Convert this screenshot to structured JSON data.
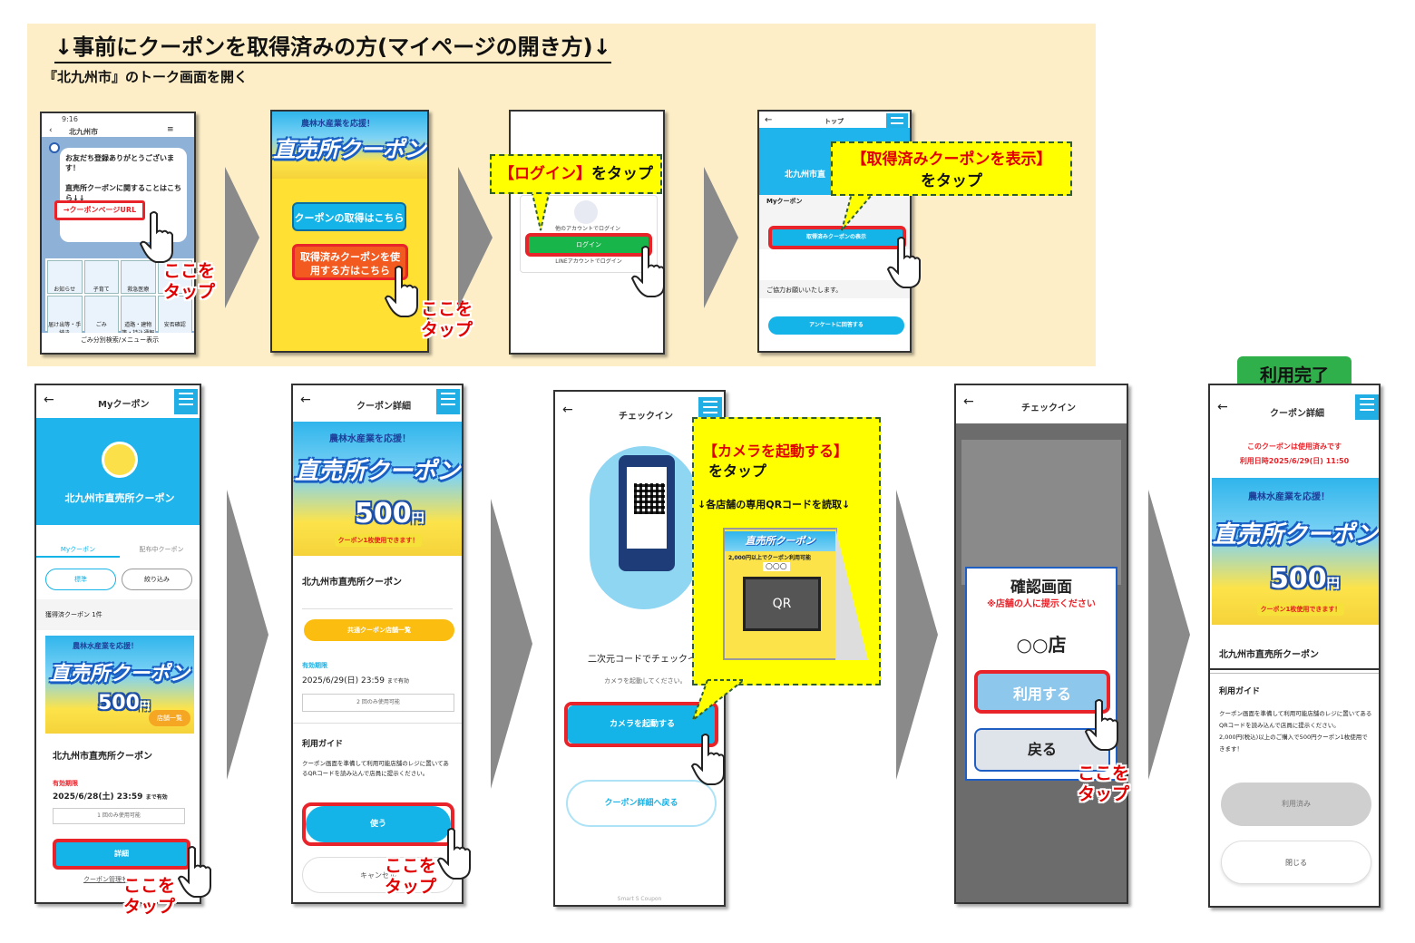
{
  "header": {
    "title": "↓事前にクーポンを取得済みの方(マイページの開き方)↓",
    "subtitle": "『北九州市』のトーク画面を開く"
  },
  "tap_label_1": "ここを",
  "tap_label_2": "タップ",
  "phone1": {
    "time": "9:16",
    "chat_title": "北九州市",
    "message": "お友だち登録ありがとうございます！\n\n直売所クーポンに関することはこちら↓↓",
    "link": "→クーポンページURL",
    "menu_items": [
      "お知らせ",
      "子育て",
      "救急医療",
      "",
      "届け出等・手続き",
      "ごみ",
      "道路・建物等・持込通報",
      "安否確認"
    ],
    "menu_footer": "ごみ分別検索/メニュー表示"
  },
  "phone2": {
    "banner_top": "農林水産業を応援！",
    "banner_title": "直売所クーポン",
    "btn_get": "クーポンの取得はこちら",
    "btn_have": "取得済みクーポンを使用する方はこちら"
  },
  "phone3": {
    "callout": [
      "【ログイン】",
      "をタップ"
    ],
    "login_btn": "ログイン",
    "sub_text": "他のアカウントでログイン",
    "account_text": "LINEアカウントでログイン"
  },
  "phone4": {
    "nav_title": "トップ",
    "section": "Myクーポン",
    "btn_show": "取得済みクーポンの表示",
    "note": "ご協力お願いいたします。",
    "survey_btn": "アンケートに回答する",
    "callout": [
      "【取得済みクーポンを表示】",
      "をタップ"
    ],
    "city_label": "北九州市直"
  },
  "phone5": {
    "nav_title": "Myクーポン",
    "header_title": "北九州市直売所クーポン",
    "tab_my": "Myクーポン",
    "tab_expired": "配布中クーポン",
    "btn_sort": "標準",
    "btn_filter": "絞り込み",
    "count": "獲得済クーポン 1件",
    "coupon_name": "北九州市直売所クーポン",
    "valid_label": "有効期限",
    "valid_date": "2025/6/28(土) 23:59",
    "valid_suffix": "まで有効",
    "use_limit": "1 回のみ使用可能",
    "detail_btn": "詳細",
    "manage": "クーポン管理も",
    "shops_btn": "店舗一覧"
  },
  "phone6": {
    "nav_title": "クーポン詳細",
    "coupon_name": "北九州市直売所クーポン",
    "shops_btn": "共通クーポン店舗一覧",
    "valid_label": "有効期限",
    "valid_date": "2025/6/29(日) 23:59",
    "valid_suffix": "まで有効",
    "use_limit": "2 回のみ使用可能",
    "guide_title": "利用ガイド",
    "guide_text": "クーポン画面を準備して利用可能店舗のレジに置いてあるQRコードを読み込んで店員に提示ください。",
    "use_btn": "使う",
    "cancel_btn": "キャンセル"
  },
  "phone7": {
    "nav_title": "チェックイン",
    "heading": "二次元コードでチェックイン",
    "desc": "カメラを起動してください。",
    "camera_btn": "カメラを起動する",
    "back_btn": "クーポン詳細へ戻る",
    "callout": [
      "【カメラを起動する】",
      "をタップ",
      "↓各店舗の専用QRコードを読取↓"
    ],
    "footer": "Smart S Coupon"
  },
  "stand": {
    "title": "直売所クーポン",
    "line": "2,000円以上でクーポン利用可能",
    "shop": "○○○",
    "qr": "QR"
  },
  "phone8": {
    "nav_title": "チェックイン",
    "confirm_title": "確認画面",
    "confirm_note": "※店舗の人に提示ください",
    "shop": "○○店",
    "use_btn": "利用する",
    "back_btn": "戻る"
  },
  "phone9": {
    "badge": "利用完了",
    "nav_title": "クーポン詳細",
    "used_notice": "このクーポンは使用済みです",
    "used_time": "利用日時2025/6/29(日) 11:50",
    "coupon_name": "北九州市直売所クーポン",
    "guide_title": "利用ガイド",
    "guide_text": "クーポン画面を準備して利用可能店舗のレジに置いてあるQRコードを読み込んで店員に提示ください。\n2,000円(税込)以上のご購入で500円クーポン1枚使用できます！",
    "used_btn": "利用済み",
    "close_btn": "閉じる"
  },
  "coupon_banner": {
    "top": "農林水産業を応援！",
    "title": "直売所クーポン",
    "price": "500",
    "unit": "円",
    "ribbon": "クーポン1枚使用できます！",
    "city": "北九州市"
  },
  "menu_label": "メニュー"
}
